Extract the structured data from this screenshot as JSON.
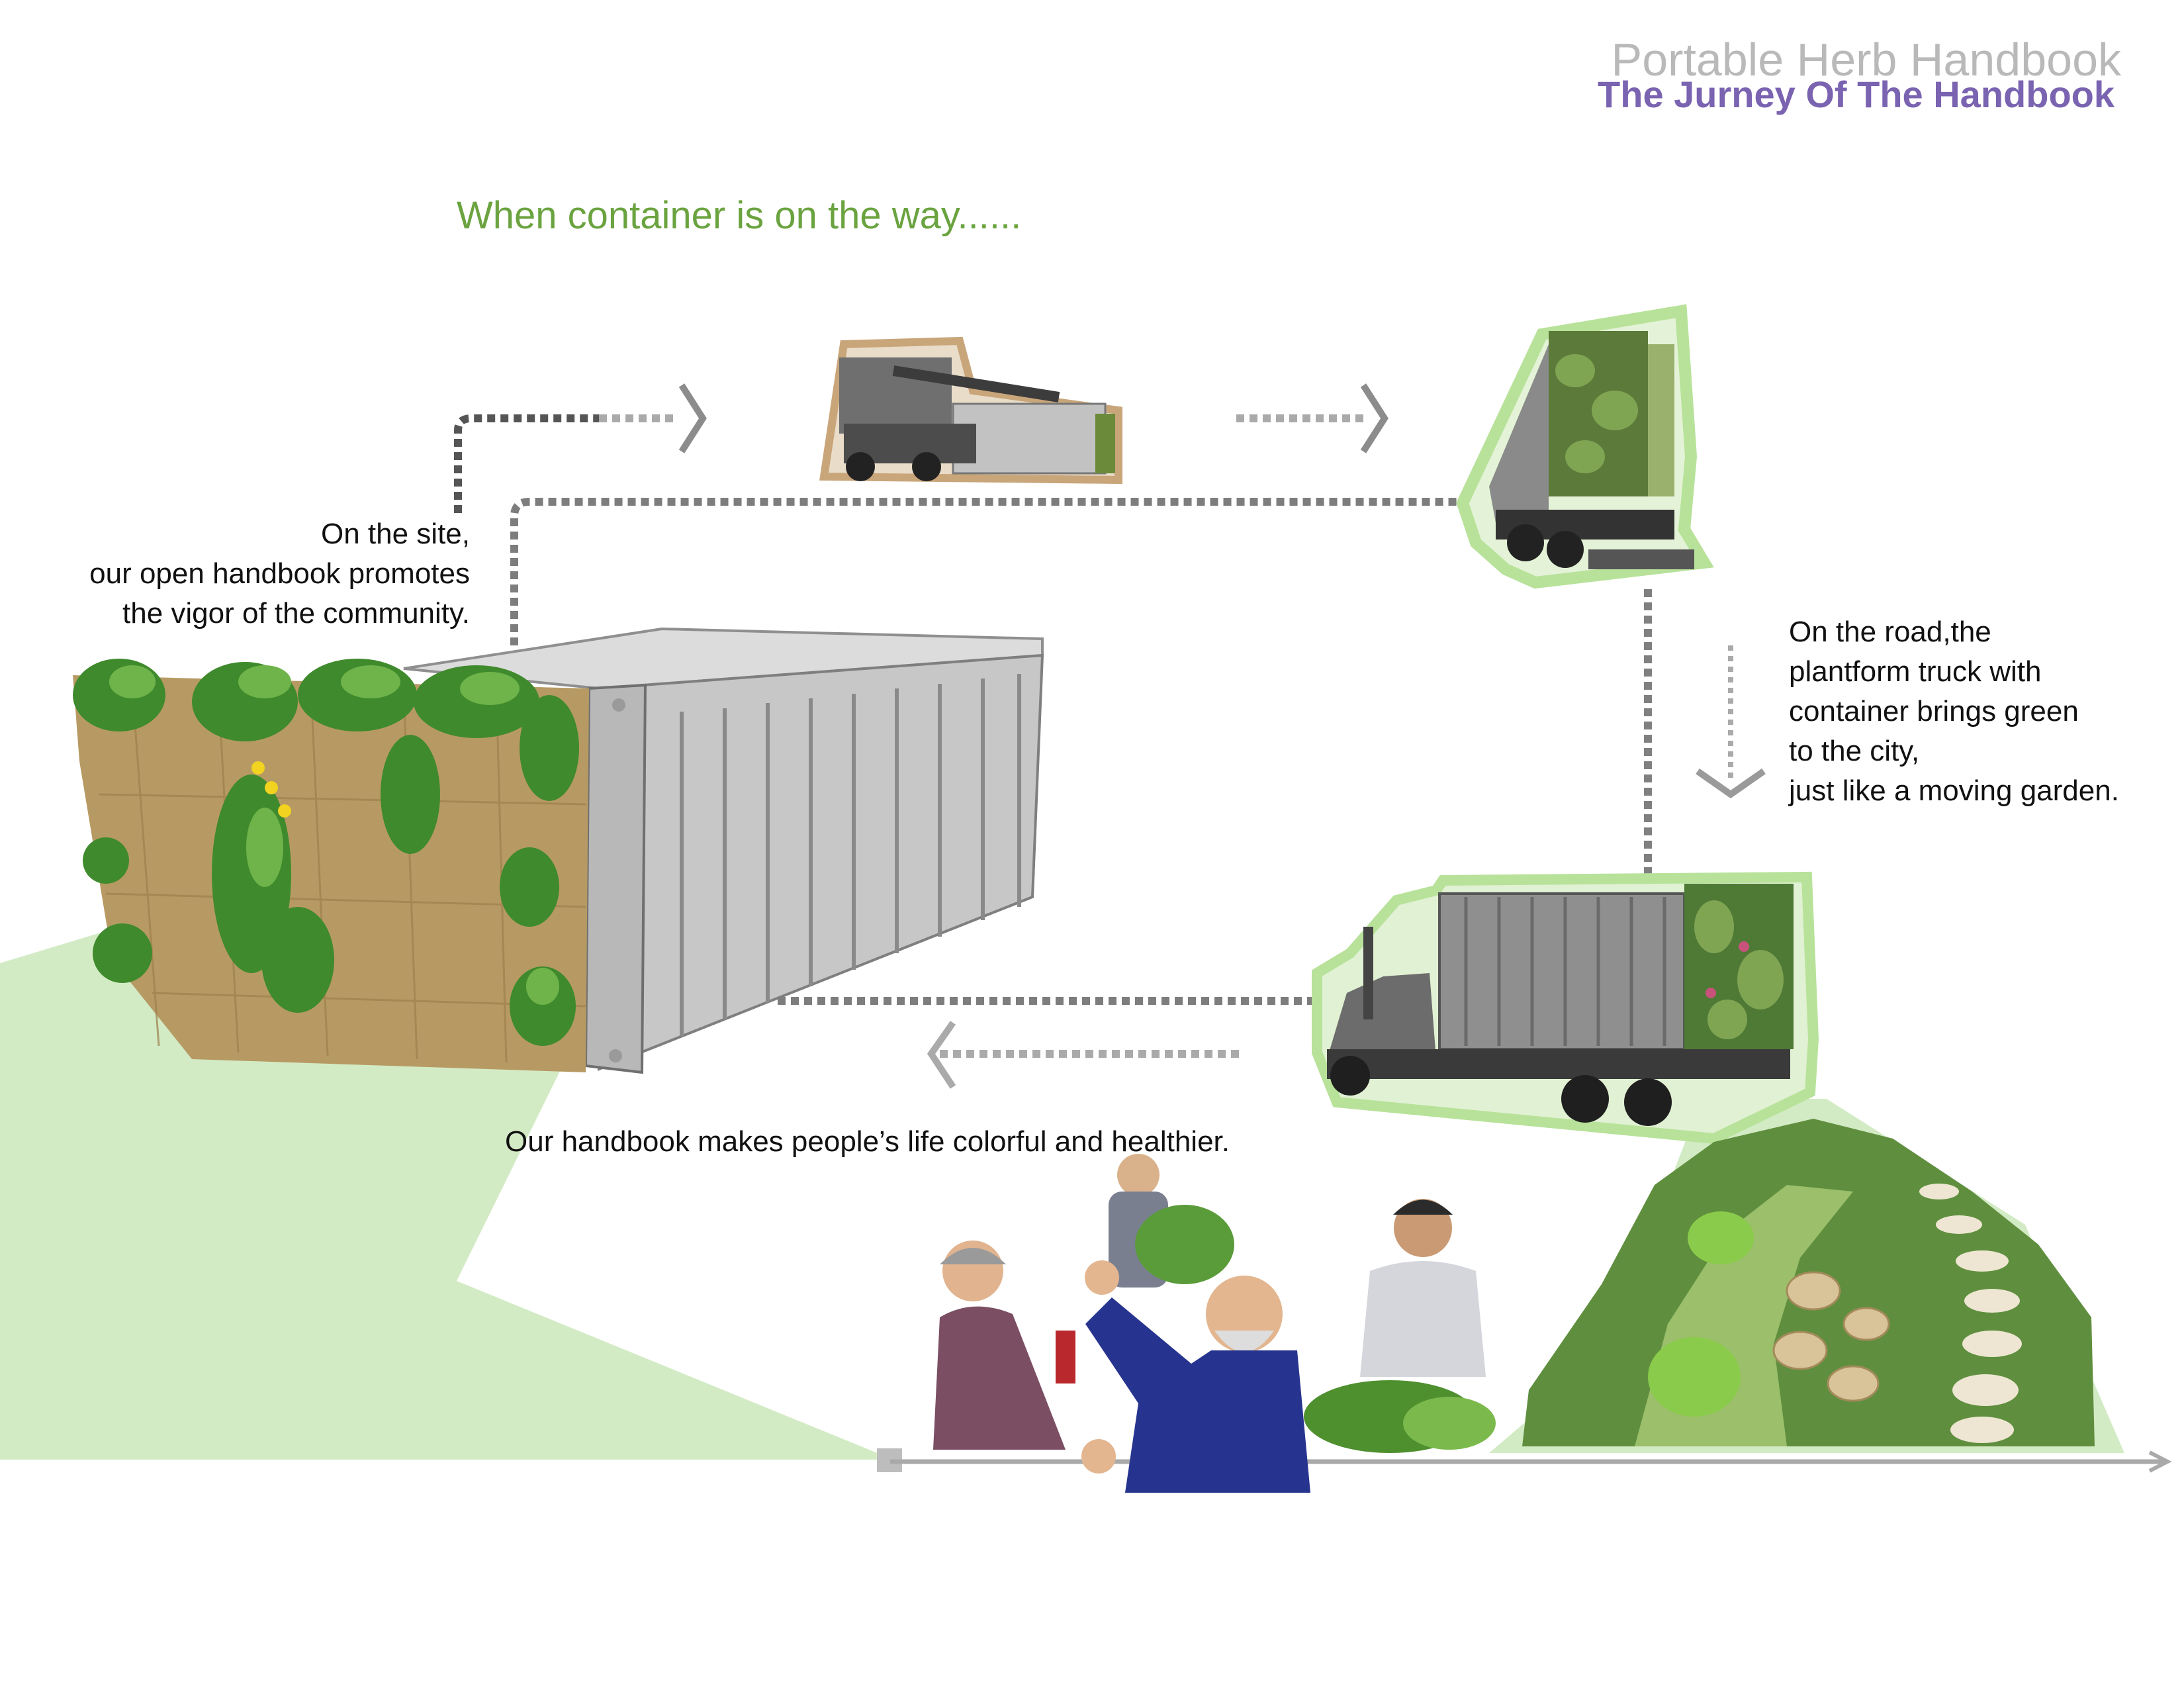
{
  "header": {
    "title": "Portable Herb Handbook",
    "subtitle": "The Jurney Of The Handbook"
  },
  "heading": "When container is on the way......",
  "captions": {
    "site": [
      "On the site,",
      "our open handbook promotes",
      "the vigor of the community."
    ],
    "road": [
      "On the road,the",
      "plantform truck with",
      "container brings green",
      "to the city,",
      "just like a moving garden."
    ],
    "handbook": "Our handbook makes people’s life colorful and healthier."
  },
  "colors": {
    "heading_green": "#6aa33f",
    "title_gray": "#b9b9b9",
    "subtitle_purple": "#7a63b0",
    "ground_green": "#d3ebc5",
    "glow_green": "#b8e29a",
    "forklift_outline": "#c9a57a",
    "dotted_path": "#7d7d7d"
  },
  "illustrations": [
    "container-with-green-wall",
    "reach-stacker-forklift",
    "truck-with-garden-container",
    "platform-truck-with-container",
    "garden-path",
    "community-people"
  ]
}
